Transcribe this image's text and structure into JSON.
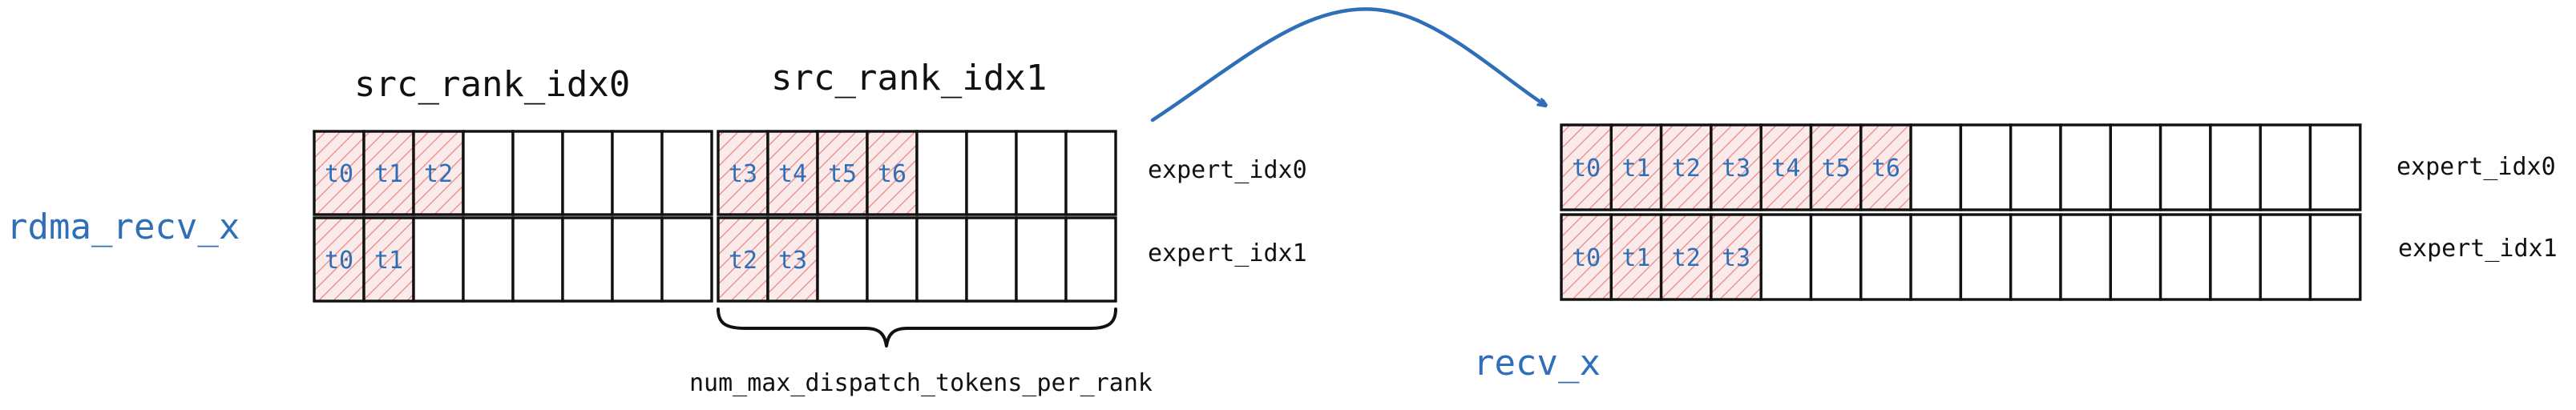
{
  "labels": {
    "rdma_recv_x": "rdma_recv_x",
    "recv_x": "recv_x",
    "src_rank_idx0": "src_rank_idx0",
    "src_rank_idx1": "src_rank_idx1",
    "brace_caption": "num_max_dispatch_tokens_per_rank"
  },
  "rdma_recv_x": {
    "ranks": [
      {
        "name": "src_rank_idx0",
        "slots": 8,
        "rows": [
          {
            "expert": "expert_idx0",
            "tokens": [
              "t0",
              "t1",
              "t2"
            ]
          },
          {
            "expert": "expert_idx1",
            "tokens": [
              "t0",
              "t1"
            ]
          }
        ]
      },
      {
        "name": "src_rank_idx1",
        "slots": 8,
        "rows": [
          {
            "expert": "expert_idx0",
            "tokens": [
              "t3",
              "t4",
              "t5",
              "t6"
            ]
          },
          {
            "expert": "expert_idx1",
            "tokens": [
              "t2",
              "t3"
            ]
          }
        ]
      }
    ],
    "row_labels": [
      "expert_idx0",
      "expert_idx1"
    ]
  },
  "recv_x": {
    "slots": 16,
    "rows": [
      {
        "expert": "expert_idx0",
        "tokens": [
          "t0",
          "t1",
          "t2",
          "t3",
          "t4",
          "t5",
          "t6"
        ]
      },
      {
        "expert": "expert_idx1",
        "tokens": [
          "t0",
          "t1",
          "t2",
          "t3"
        ]
      }
    ]
  },
  "colors": {
    "accent_blue": "#2f6fb7",
    "hatch_red": "#e88a8a",
    "outline": "#111111"
  }
}
